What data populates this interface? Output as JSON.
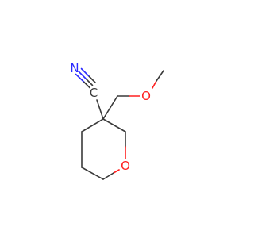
{
  "diagram": {
    "type": "skeletal-structure",
    "atom_labels": {
      "nitrogen": "N",
      "carbon_nitrile": "C",
      "ether_oxygen": "O",
      "ring_oxygen": "O"
    },
    "colors": {
      "carbon_bond": "#3a3a3a",
      "nitrogen": "#2b2bff",
      "oxygen": "#ff2020",
      "background": "#ffffff"
    }
  }
}
